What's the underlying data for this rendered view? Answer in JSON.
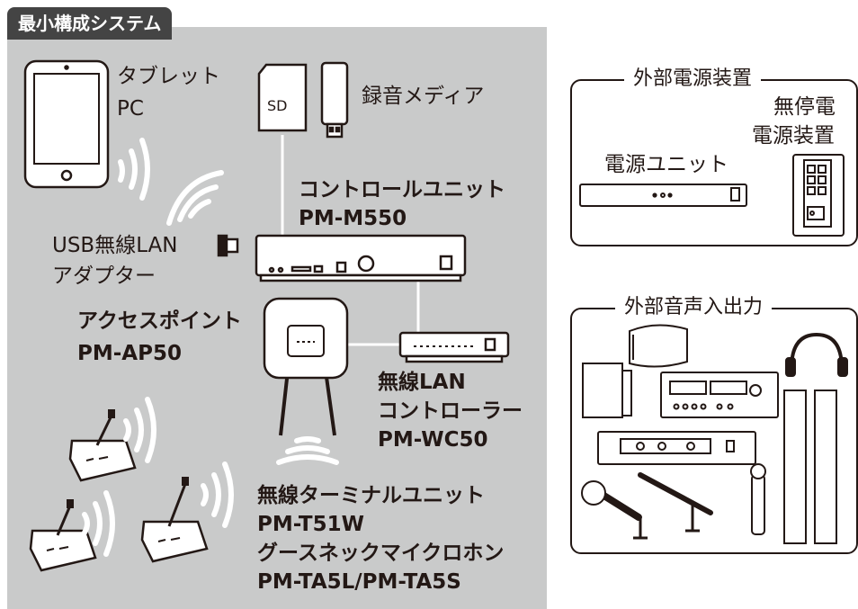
{
  "title": "最小構成システム",
  "devices": {
    "tablet_line1": "タブレット",
    "tablet_line2": "PC",
    "sd_label": "SD",
    "media": "録音メディア",
    "control_unit": "コントロールユニット",
    "control_model": "PM-M550",
    "usb_line1": "USB無線LAN",
    "usb_line2": "アダプター",
    "ap_name": "アクセスポイント",
    "ap_model": "PM-AP50",
    "wlc_line1": "無線LAN",
    "wlc_line2": "コントローラー",
    "wlc_model": "PM-WC50",
    "terminal_name": "無線ターミナルユニット",
    "terminal_model": "PM-T51W",
    "mic_name": "グースネックマイクロホン",
    "mic_model": "PM-TA5L/PM-TA5S"
  },
  "external_power": {
    "title": "外部電源装置",
    "ups_line1": "無停電",
    "ups_line2": "電源装置",
    "psu": "電源ユニット"
  },
  "external_audio": {
    "title": "外部音声入出力"
  },
  "colors": {
    "panel": "#c9caca",
    "tab": "#444444",
    "ink": "#231815"
  }
}
